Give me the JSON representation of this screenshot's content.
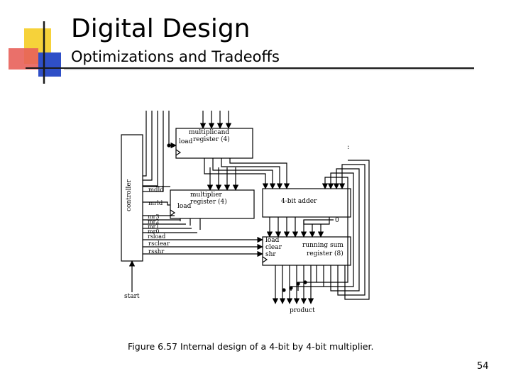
{
  "slide": {
    "title": "Digital Design",
    "subtitle": "Optimizations and Tradeoffs",
    "caption": "Figure 6.57 Internal design of a 4-bit by 4-bit multiplier.",
    "page_number": "54"
  },
  "colors": {
    "accent_yellow": "#f6d23a",
    "accent_red": "#e8615a",
    "accent_blue": "#2f4fc7",
    "rule_gray": "#a8a8a8"
  },
  "diagram": {
    "controller": {
      "label": "controller",
      "start": "start"
    },
    "control_signals": [
      "mdld",
      "mrld",
      "mr3",
      "mr2",
      "mr1",
      "mr0",
      "rsload",
      "rsclear",
      "rsshr"
    ],
    "multiplicand": {
      "name": "multiplicand",
      "sub": "register (4)",
      "load": "load"
    },
    "multiplier": {
      "name": "multiplier",
      "sub": "register (4)",
      "load": "load"
    },
    "adder": {
      "name": "4-bit adder",
      "carry_in": "0"
    },
    "running_sum": {
      "load": "load",
      "clear": "clear",
      "shr": "shr",
      "name": "running sum",
      "sub": "register (8)"
    },
    "output": "product",
    "ellipsis": ":"
  }
}
